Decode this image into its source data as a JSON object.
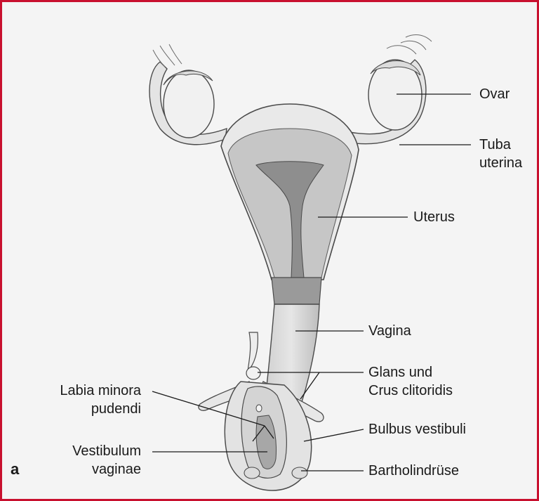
{
  "panel_letter": "a",
  "labels": {
    "ovar": "Ovar",
    "tuba": [
      "Tuba",
      "uterina"
    ],
    "uterus": "Uterus",
    "vagina": "Vagina",
    "glans": [
      "Glans und",
      "Crus clitoridis"
    ],
    "bulbus": "Bulbus vestibuli",
    "bartholin": "Bartholindrüse",
    "labia": [
      "Labia minora",
      "pudendi"
    ],
    "vestibulum": [
      "Vestibulum",
      "vaginae"
    ]
  },
  "colors": {
    "frame_border": "#c8102e",
    "background": "#f4f4f4",
    "tissue_light": "#ececec",
    "tissue_mid": "#c9c9c9",
    "tissue_dark": "#8e8e8e",
    "outline": "#4a4a4a"
  }
}
